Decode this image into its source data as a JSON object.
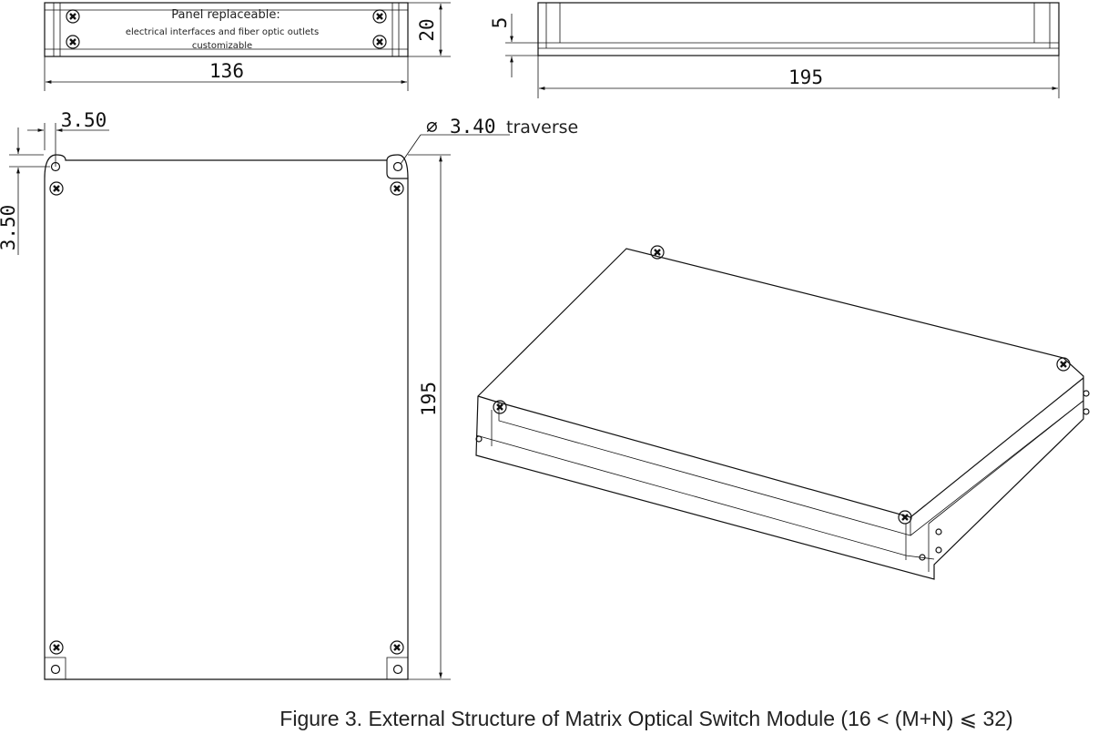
{
  "front_view": {
    "title": "Panel replaceable:",
    "line1": "electrical interfaces and fiber optic outlets",
    "line2": "customizable",
    "width": "136",
    "height": "20"
  },
  "side_view": {
    "height": "5",
    "length": "195"
  },
  "top_view": {
    "offset_x": "3.50",
    "offset_y": "3.50",
    "hole_symbol": "∅",
    "hole": "3.40",
    "hole_note": "traverse",
    "length": "195"
  },
  "caption": "Figure 3. External Structure of Matrix Optical Switch Module (16 < (M+N) ⩽ 32)"
}
